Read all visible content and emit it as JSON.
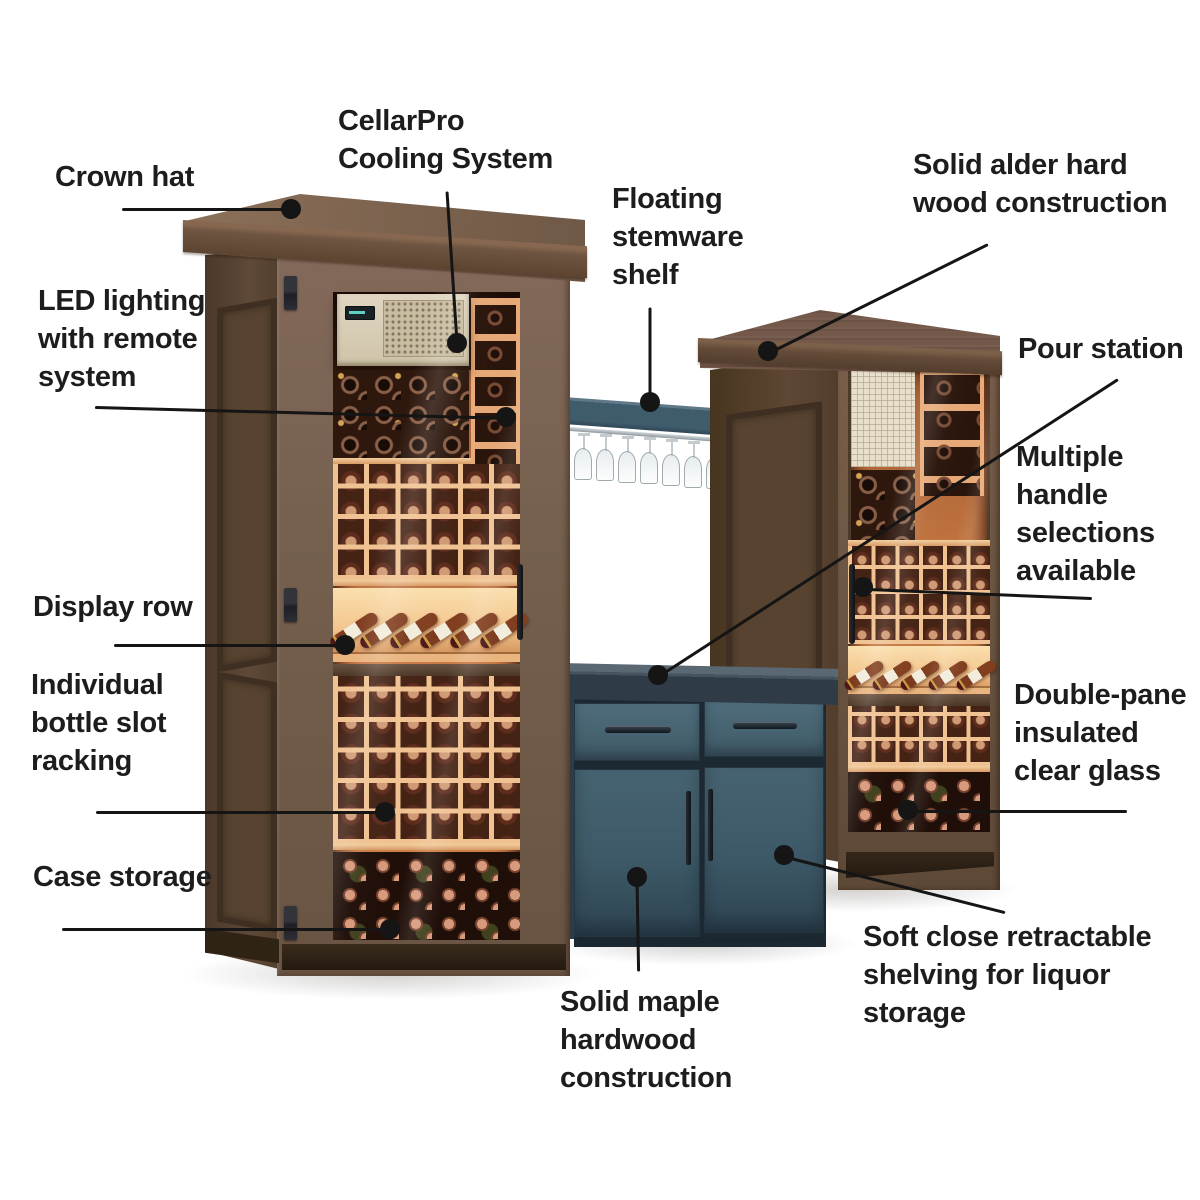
{
  "callouts": [
    {
      "id": "crown-hat",
      "label": "Crown hat"
    },
    {
      "id": "cellarpro-cooling-system",
      "label": "CellarPro\nCooling System"
    },
    {
      "id": "led-lighting",
      "label": "LED lighting\nwith remote\nsystem"
    },
    {
      "id": "floating-stemware-shelf",
      "label": "Floating\nstemware\nshelf"
    },
    {
      "id": "solid-alder-construction",
      "label": "Solid alder hard\nwood construction"
    },
    {
      "id": "pour-station",
      "label": "Pour station"
    },
    {
      "id": "multiple-handles",
      "label": "Multiple\nhandle\nselections\navailable"
    },
    {
      "id": "display-row",
      "label": "Display row"
    },
    {
      "id": "individual-bottle-slot-racking",
      "label": "Individual\nbottle slot\nracking"
    },
    {
      "id": "case-storage",
      "label": "Case storage"
    },
    {
      "id": "double-pane-glass",
      "label": "Double-pane\ninsulated\nclear glass"
    },
    {
      "id": "soft-close-shelving",
      "label": "Soft close retractable\nshelving for liquor\nstorage"
    },
    {
      "id": "solid-maple-construction",
      "label": "Solid maple\nhardwood\nconstruction"
    }
  ],
  "colors": {
    "background": "#FFFFFF",
    "label_text": "#1D1D1D",
    "callout_line": "#151515",
    "cabinet_wood": "#75604E",
    "cabinet_wood_dark": "#4A382A",
    "rack_wood": "#F0C292",
    "interior_glow": "#D08049",
    "bottle_cork": "#CF9A74",
    "cooling_unit_beige": "#D9CFBA",
    "base_cabinet_blue": "#45626F",
    "countertop_blue": "#2F3C48",
    "stemware_shelf_blue": "#3F5C6D",
    "hardware_black": "#17181A"
  }
}
